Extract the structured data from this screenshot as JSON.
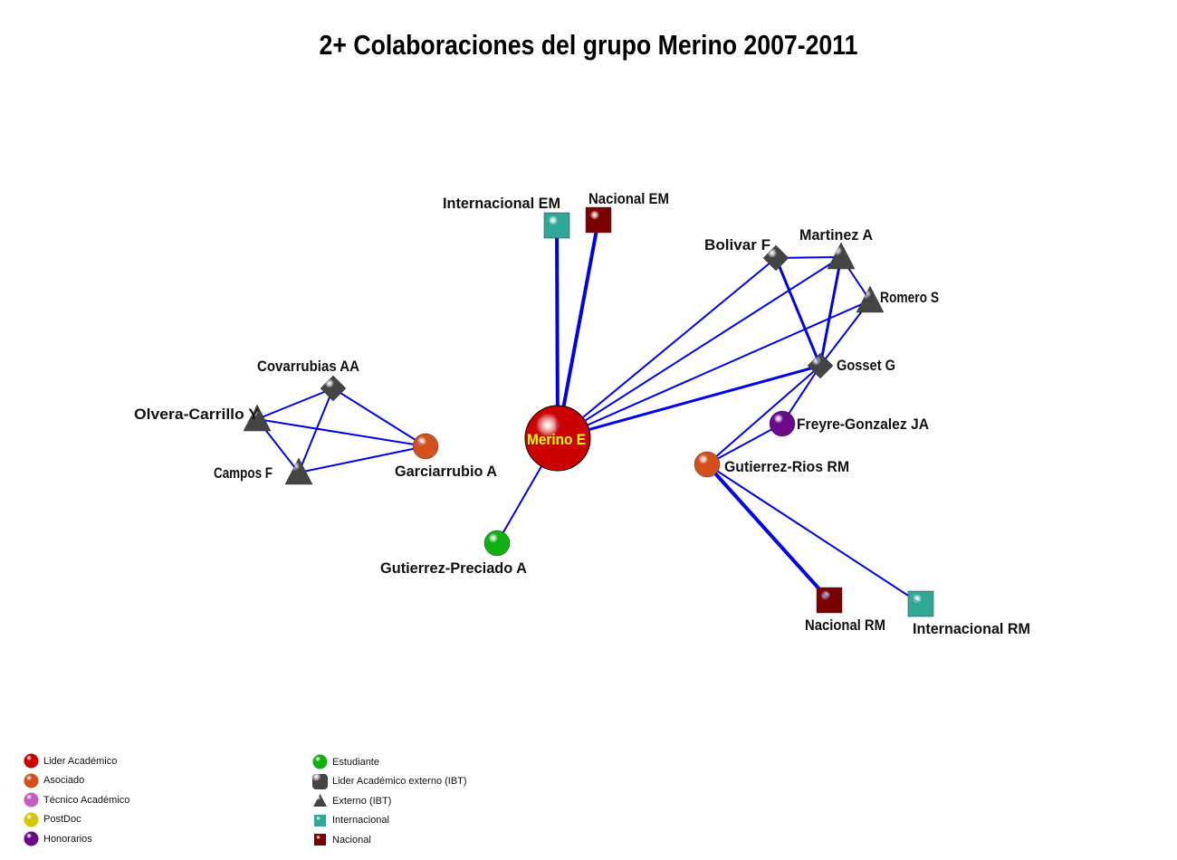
{
  "title": "2+ Colaboraciones del grupo Merino 2007-2011",
  "colors": {
    "edge": "#0000ee",
    "lider": "#cc0000",
    "asociado": "#d4501c",
    "tecnico": "#c060c0",
    "postdoc": "#d4c800",
    "honorarios": "#6a0a8a",
    "estudiante": "#10b010",
    "externo": "#444444",
    "internacional": "#30a898",
    "nacional": "#7a0000"
  },
  "nodes": [
    {
      "id": "merino",
      "label": "Merino E",
      "type": "lider"
    },
    {
      "id": "intem",
      "label": "Internacional EM",
      "type": "internacional"
    },
    {
      "id": "nacem",
      "label": "Nacional EM",
      "type": "nacional"
    },
    {
      "id": "bolivar",
      "label": "Bolivar F",
      "type": "lider_externo"
    },
    {
      "id": "martinez",
      "label": "Martinez A",
      "type": "externo"
    },
    {
      "id": "romero",
      "label": "Romero S",
      "type": "externo"
    },
    {
      "id": "gosset",
      "label": "Gosset G",
      "type": "lider_externo"
    },
    {
      "id": "freyre",
      "label": "Freyre-Gonzalez JA",
      "type": "honorarios"
    },
    {
      "id": "grios",
      "label": "Gutierrez-Rios RM",
      "type": "asociado"
    },
    {
      "id": "nacrm",
      "label": "Nacional RM",
      "type": "nacional"
    },
    {
      "id": "intrm",
      "label": "Internacional RM",
      "type": "internacional"
    },
    {
      "id": "gpreciado",
      "label": "Gutierrez-Preciado A",
      "type": "estudiante"
    },
    {
      "id": "covarrubias",
      "label": "Covarrubias AA",
      "type": "lider_externo"
    },
    {
      "id": "olvera",
      "label": "Olvera-Carrillo Y",
      "type": "externo"
    },
    {
      "id": "campos",
      "label": "Campos F",
      "type": "externo"
    },
    {
      "id": "garciarrubio",
      "label": "Garciarrubio A",
      "type": "asociado"
    }
  ],
  "edges": [
    [
      "merino",
      "intem",
      4
    ],
    [
      "merino",
      "nacem",
      4
    ],
    [
      "merino",
      "bolivar",
      2
    ],
    [
      "merino",
      "martinez",
      2
    ],
    [
      "merino",
      "romero",
      2
    ],
    [
      "merino",
      "gosset",
      3
    ],
    [
      "merino",
      "gpreciado",
      2
    ],
    [
      "bolivar",
      "martinez",
      2
    ],
    [
      "bolivar",
      "gosset",
      3
    ],
    [
      "martinez",
      "gosset",
      3
    ],
    [
      "martinez",
      "romero",
      2
    ],
    [
      "romero",
      "gosset",
      2
    ],
    [
      "gosset",
      "freyre",
      2
    ],
    [
      "gosset",
      "grios",
      2
    ],
    [
      "freyre",
      "grios",
      2
    ],
    [
      "grios",
      "nacrm",
      4
    ],
    [
      "grios",
      "intrm",
      2
    ],
    [
      "covarrubias",
      "olvera",
      2
    ],
    [
      "covarrubias",
      "campos",
      2
    ],
    [
      "covarrubias",
      "garciarrubio",
      2
    ],
    [
      "olvera",
      "campos",
      2
    ],
    [
      "olvera",
      "garciarrubio",
      2
    ],
    [
      "campos",
      "garciarrubio",
      2
    ]
  ],
  "legend": {
    "left": [
      {
        "label": "Lider Académico",
        "type": "lider"
      },
      {
        "label": "Asociado",
        "type": "asociado"
      },
      {
        "label": "Técnico Académico",
        "type": "tecnico"
      },
      {
        "label": "PostDoc",
        "type": "postdoc"
      },
      {
        "label": "Honorarios",
        "type": "honorarios"
      }
    ],
    "right": [
      {
        "label": "Estudiante",
        "type": "estudiante"
      },
      {
        "label": "Lider Académico externo (IBT)",
        "type": "lider_externo"
      },
      {
        "label": "Externo (IBT)",
        "type": "externo"
      },
      {
        "label": "Internacional",
        "type": "internacional"
      },
      {
        "label": "Nacional",
        "type": "nacional"
      }
    ]
  }
}
